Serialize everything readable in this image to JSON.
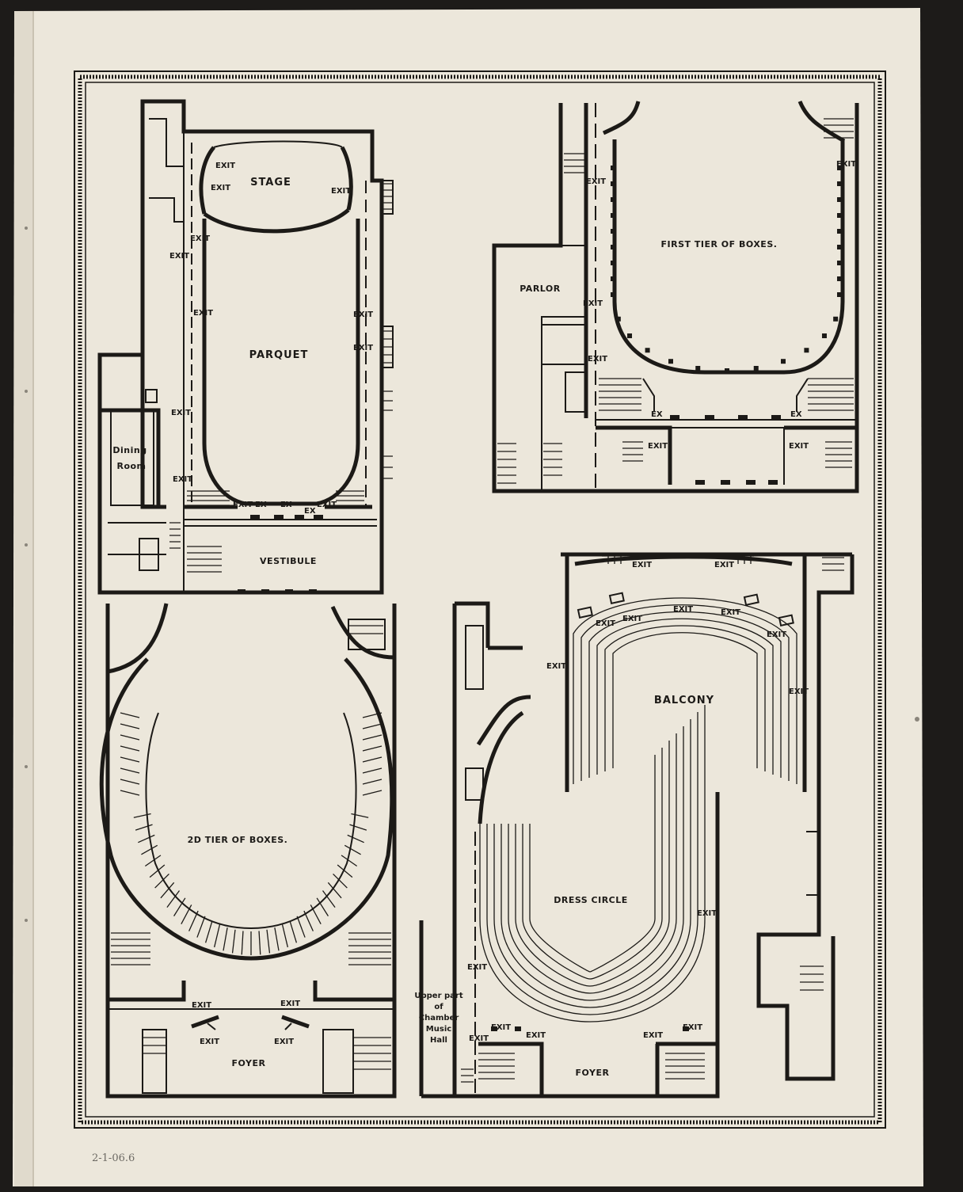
{
  "plans": {
    "parquet": {
      "stage": "STAGE",
      "parquet": "PARQUET",
      "vestibule": "VESTIBULE",
      "dining_line1": "Dining",
      "dining_line2": "Room"
    },
    "first_tier": {
      "title": "FIRST TIER OF BOXES.",
      "parlor": "PARLOR"
    },
    "second_tier": {
      "title": "2D TIER OF BOXES.",
      "foyer": "FOYER"
    },
    "balcony": {
      "balcony": "BALCONY",
      "dress_circle": "DRESS CIRCLE",
      "foyer": "FOYER",
      "chamber_line1": "Upper part",
      "chamber_line2": "of",
      "chamber_line3": "Chamber",
      "chamber_line4": "Music",
      "chamber_line5": "Hall"
    }
  },
  "labels": {
    "exit": "EXIT",
    "ex": "EX"
  },
  "pencil_note": "2-1-06.6"
}
